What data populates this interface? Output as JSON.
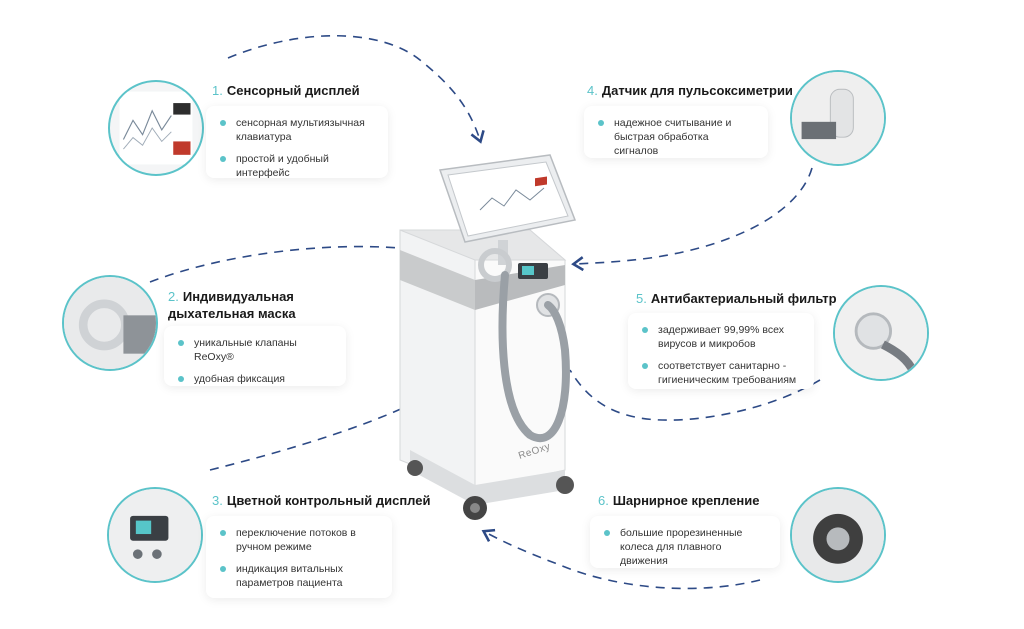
{
  "features": [
    {
      "num": "1.",
      "title": "Сенсорный дисплей",
      "bullets": [
        "сенсорная мультиязычная клавиатура",
        "простой и удобный интерфейс"
      ]
    },
    {
      "num": "2.",
      "title_line1": "Индивидуальная",
      "title_line2": "дыхательная маска",
      "bullets": [
        "уникальные клапаны ReOxy®",
        "удобная фиксация"
      ]
    },
    {
      "num": "3.",
      "title": "Цветной контрольный дисплей",
      "bullets": [
        "переключение потоков в ручном режиме",
        "индикация витальных параметров пациента"
      ]
    },
    {
      "num": "4.",
      "title": "Датчик для пульсоксиметрии",
      "bullets": [
        "надежное считывание и быстрая обработка сигналов"
      ]
    },
    {
      "num": "5.",
      "title": "Антибактериальный фильтр",
      "bullets": [
        "задерживает 99,99% всех вирусов и микробов",
        "соответствует санитарно - гигиеническим требованиям"
      ]
    },
    {
      "num": "6.",
      "title": "Шарнирное крепление",
      "bullets": [
        "большие прорезиненные колеса для плавного движения"
      ]
    }
  ],
  "device": {
    "brand": "ReOxy"
  },
  "colors": {
    "accent": "#5bc3c9",
    "dash": "#2d4a86"
  }
}
